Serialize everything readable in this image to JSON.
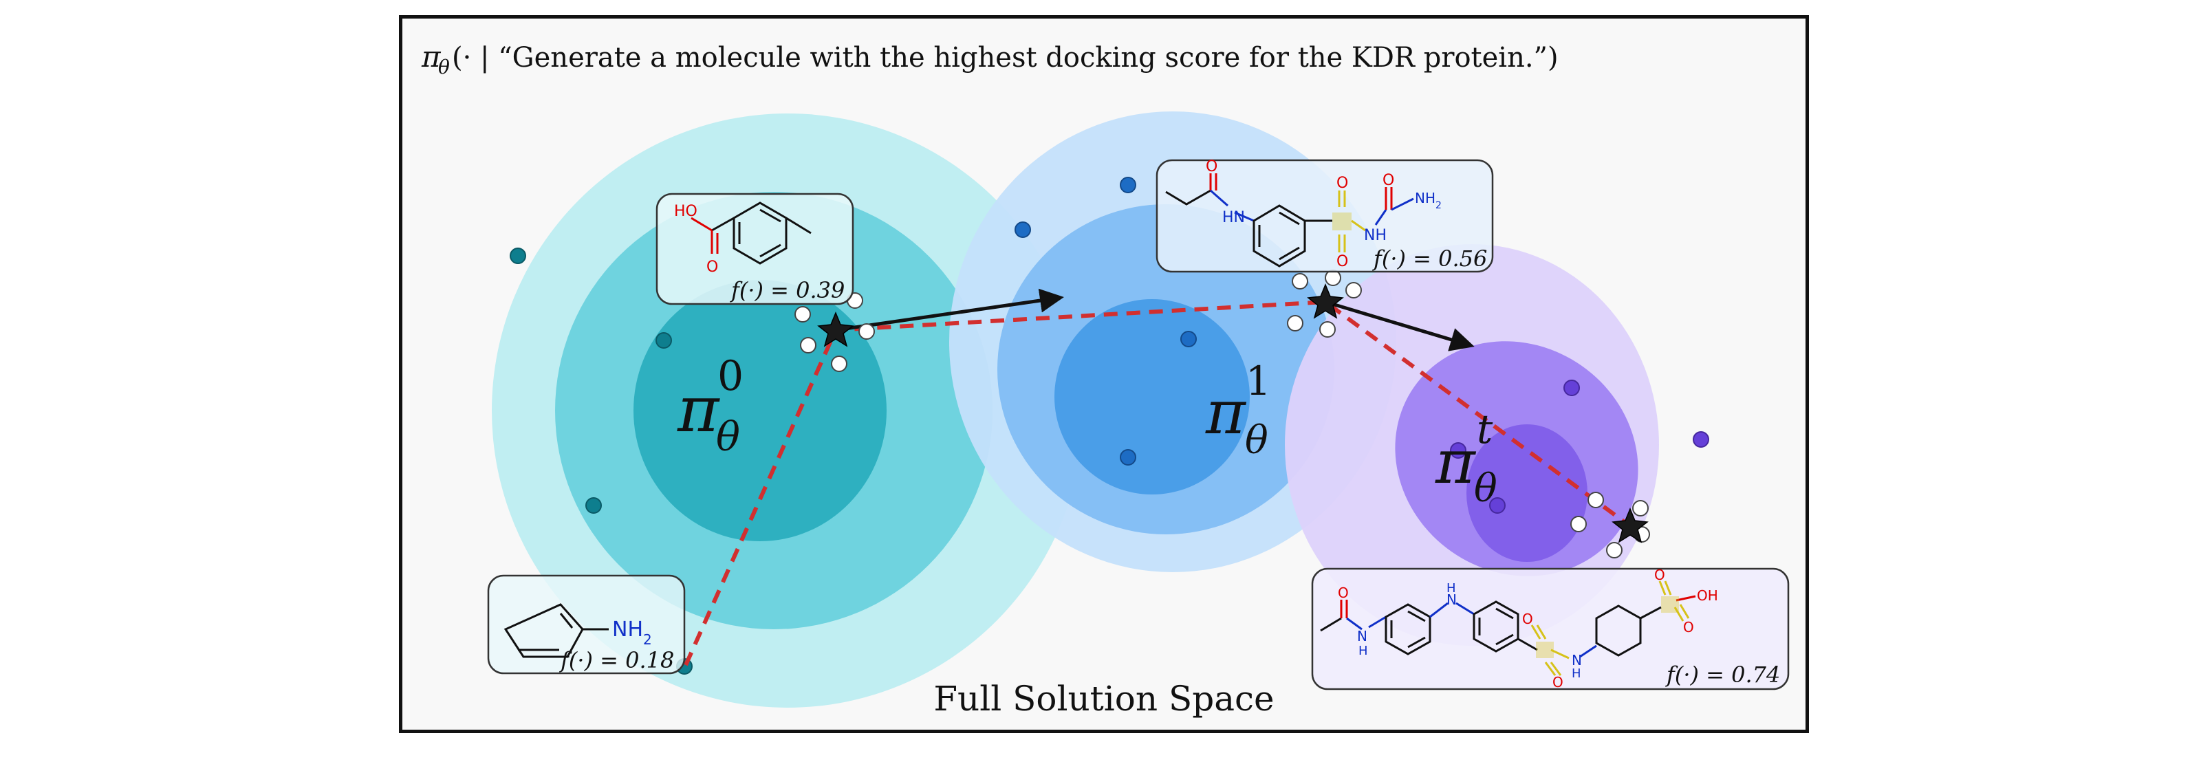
{
  "header": {
    "policy_symbol": "π",
    "policy_subscript": "θ",
    "policy_args": "(· | “Generate a molecule with the highest docking score for the KDR protein.”)"
  },
  "footer": {
    "label": "Full Solution Space"
  },
  "policies": [
    {
      "symbol": "π",
      "superscript": "0",
      "subscript": "θ",
      "fill": "#1ab4c8"
    },
    {
      "symbol": "π",
      "superscript": "1",
      "subscript": "θ",
      "fill": "#3d92e6"
    },
    {
      "symbol": "π",
      "superscript": "t",
      "subscript": "θ",
      "fill": "#8060ec"
    }
  ],
  "molecules": [
    {
      "score_text": "f(·) = 0.18",
      "atom_labels": [
        "NH",
        "2"
      ],
      "structure": "cyclopentadienyl-amine"
    },
    {
      "score_text": "f(·) = 0.39",
      "atom_labels": [
        "HO",
        "O"
      ],
      "structure": "4-methylbenzoic-acid"
    },
    {
      "score_text": "f(·) = 0.56",
      "atom_labels": [
        "O",
        "HN",
        "O",
        "O",
        "NH",
        "O",
        "NH",
        "2"
      ],
      "structure": "sulfonylurea"
    },
    {
      "score_text": "f(·) = 0.74",
      "atom_labels": [
        "O",
        "N",
        "H",
        "H",
        "N",
        "O",
        "O",
        "H",
        "N",
        "O",
        "O",
        "OH"
      ],
      "structure": "sulfonamide-sulfonic-acid"
    }
  ],
  "colors": {
    "trajectory": "#d22f2f",
    "arrow": "#111111",
    "oxygen": "#e00000",
    "nitrogen": "#1030c8",
    "sulfur": "#d6c21a"
  }
}
